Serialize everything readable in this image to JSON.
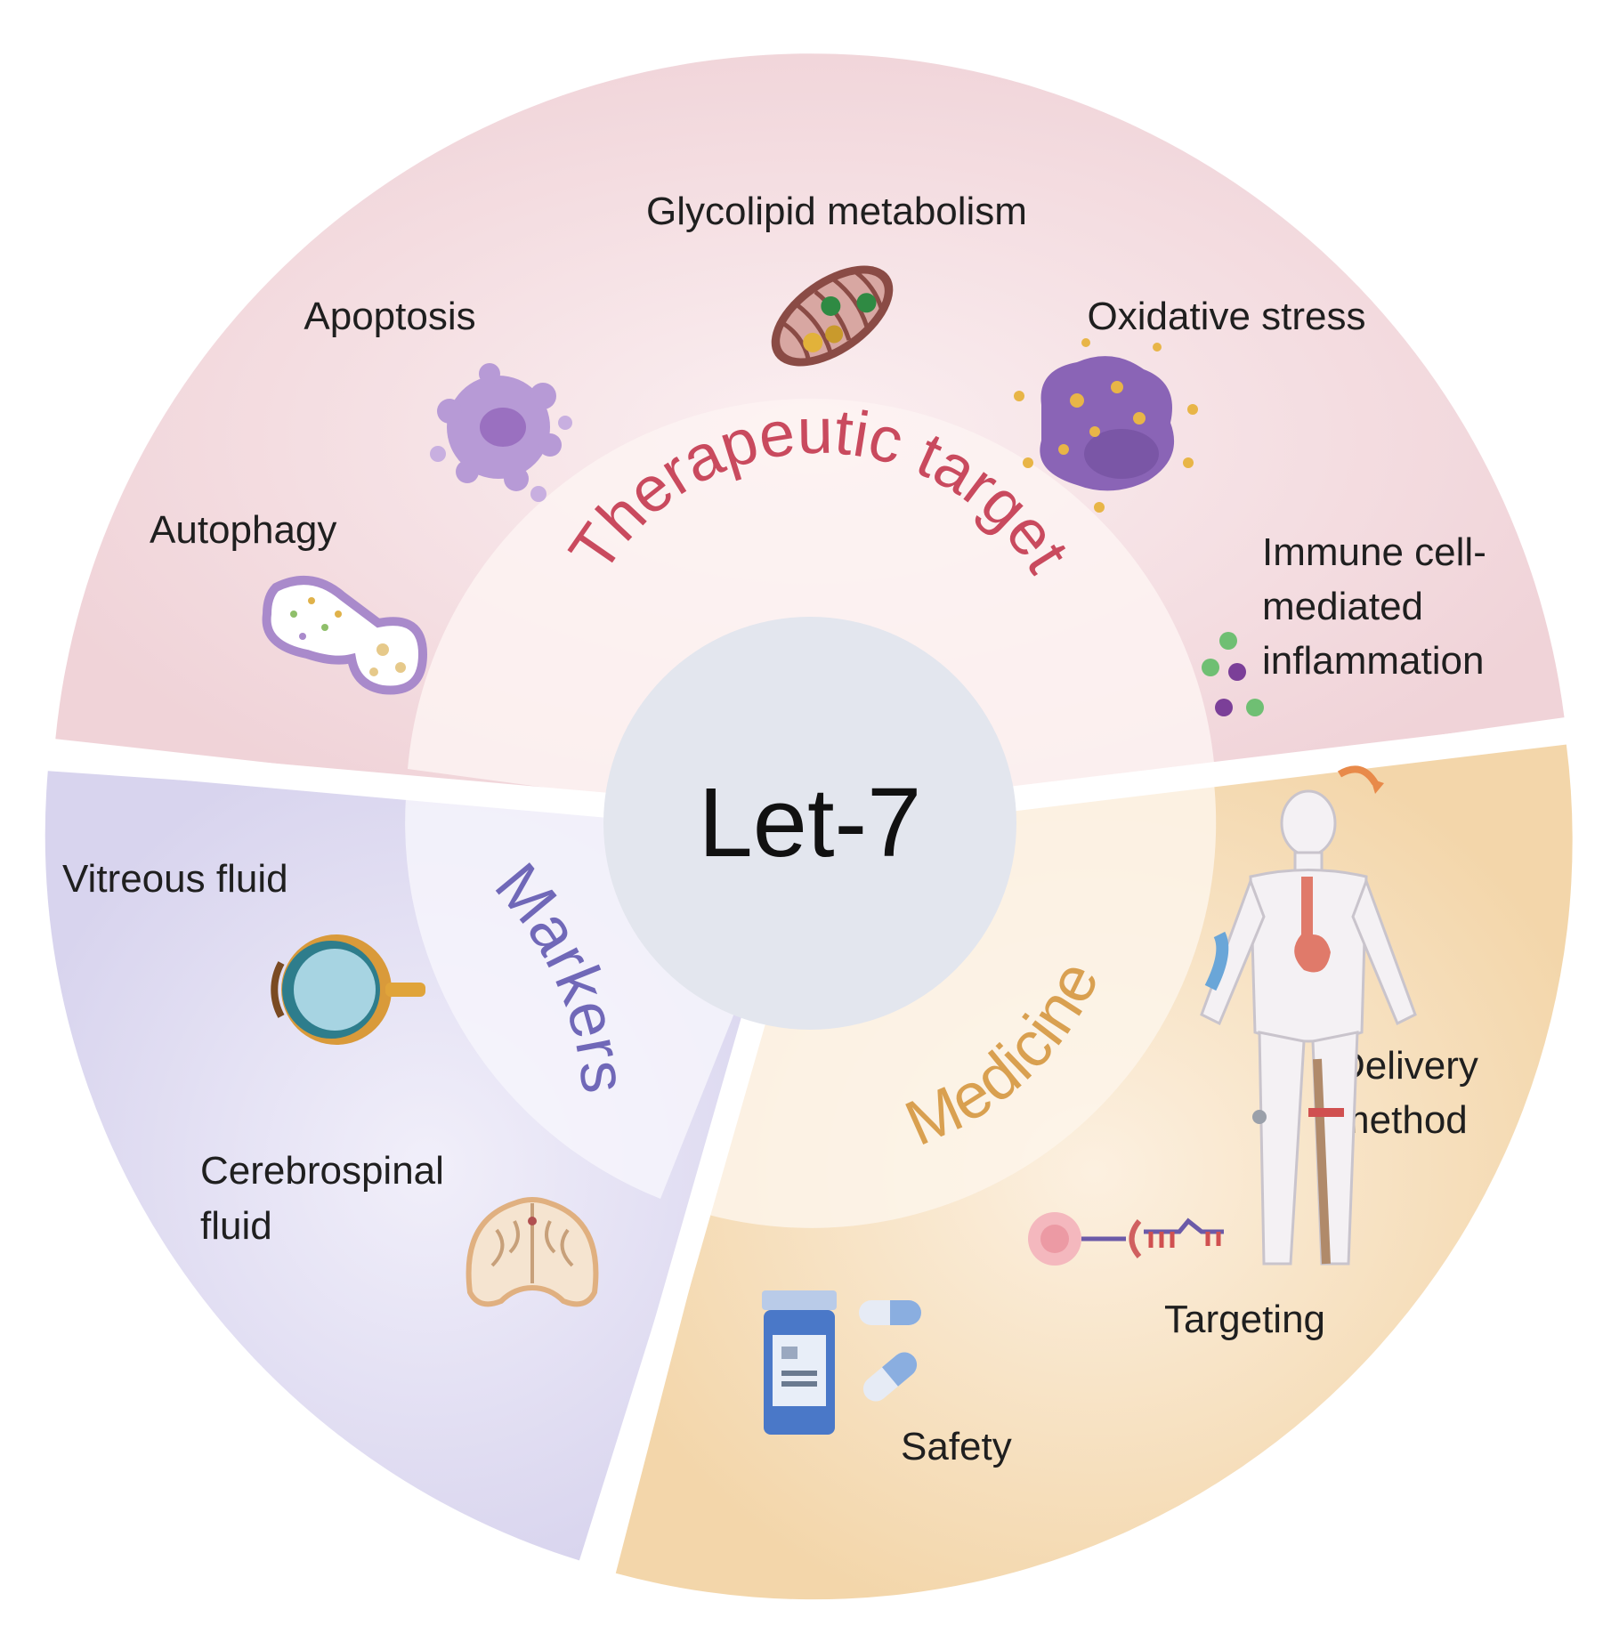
{
  "center": {
    "label": "Let-7"
  },
  "colors": {
    "therapeutic_band": "#f2d8dc",
    "markers_band": "#dcd9ef",
    "medicine_band": "#f6dfbd",
    "therapeutic_text": "#c94a5e",
    "markers_text": "#7068b8",
    "medicine_text": "#d9a050",
    "center_circle": "#e3e6ee"
  },
  "sections": {
    "therapeutic": {
      "title": "Therapeutic target",
      "items": {
        "glycolipid": "Glycolipid metabolism",
        "apoptosis": "Apoptosis",
        "oxidative": "Oxidative stress",
        "autophagy": "Autophagy",
        "immune_line1": "Immune cell-",
        "immune_line2": "mediated",
        "immune_line3": "inflammation"
      },
      "icons": [
        "mitochondrion-icon",
        "apoptotic-cell-icon",
        "oxidative-cell-icon",
        "autophagosome-icon",
        "immune-cells-icon"
      ]
    },
    "markers": {
      "title": "Markers",
      "items": {
        "vitreous": "Vitreous fluid",
        "csf_line1": "Cerebrospinal",
        "csf_line2": "fluid"
      },
      "icons": [
        "eye-icon",
        "brain-icon"
      ]
    },
    "medicine": {
      "title": "Medicine",
      "items": {
        "delivery_line1": "Delivery",
        "delivery_line2": "method",
        "targeting": "Targeting",
        "safety": "Safety"
      },
      "icons": [
        "human-body-icon",
        "targeting-molecule-icon",
        "pill-bottle-icon",
        "capsule-icon"
      ]
    }
  }
}
